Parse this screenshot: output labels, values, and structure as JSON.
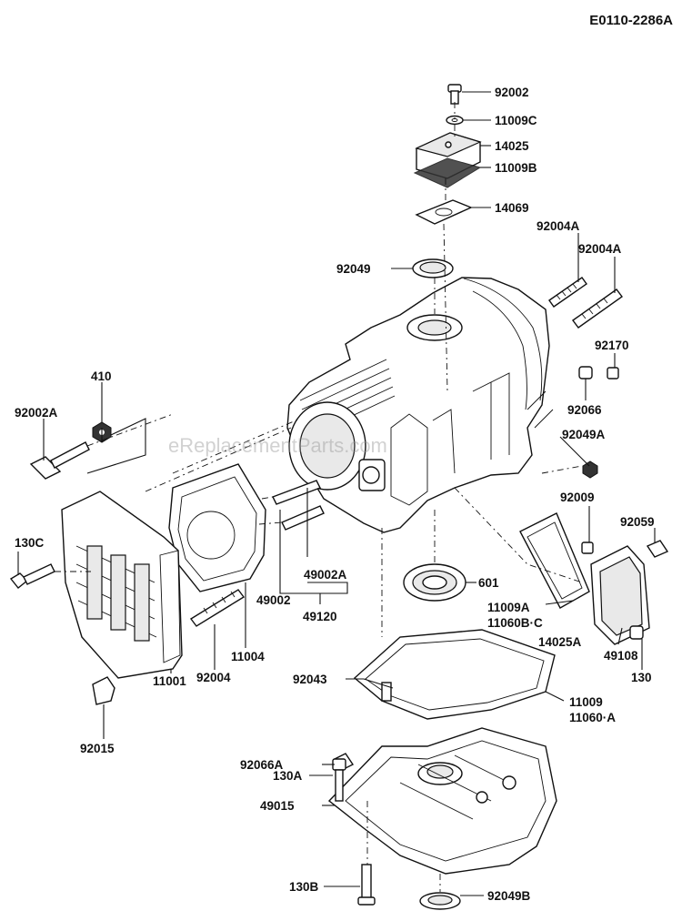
{
  "diagram_code": "E0110-2286A",
  "watermark": "eReplacementParts.com",
  "callouts": {
    "p92002": "92002",
    "p11009C": "11009C",
    "p14025": "14025",
    "p11009B": "11009B",
    "p14069": "14069",
    "p92004A_1": "92004A",
    "p92004A_2": "92004A",
    "p92049": "92049",
    "p92170": "92170",
    "p410": "410",
    "p92066": "92066",
    "p92002A": "92002A",
    "p92049A": "92049A",
    "p92009": "92009",
    "p92059": "92059",
    "p130C": "130C",
    "p49002A": "49002A",
    "p601": "601",
    "p49002": "49002",
    "p49120": "49120",
    "p11009A": "11009A",
    "p11060BC": "11060B·C",
    "p14025A": "14025A",
    "p49108": "49108",
    "p11004": "11004",
    "p130": "130",
    "p92004": "92004",
    "p92043": "92043",
    "p11009": "11009",
    "p11060A": "11060·A",
    "p11001": "11001",
    "p92066A": "92066A",
    "p92015": "92015",
    "p130A": "130A",
    "p49015": "49015",
    "p130B": "130B",
    "p92049B": "92049B"
  }
}
